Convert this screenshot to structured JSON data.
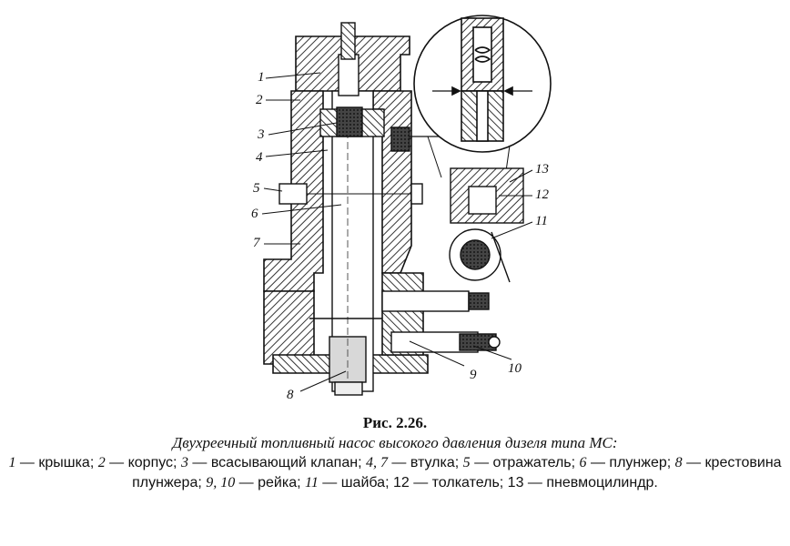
{
  "figure": {
    "labels": {
      "l1": "1",
      "l2": "2",
      "l3": "3",
      "l4": "4",
      "l5": "5",
      "l6": "6",
      "l7": "7",
      "l8": "8",
      "l9": "9",
      "l10": "10",
      "l11": "11",
      "l12": "12",
      "l13": "13"
    }
  },
  "caption": {
    "title": "Рис. 2.26.",
    "subtitle": "Двухреечный топливный насос высокого давления дизеля типа МС:",
    "legend": [
      {
        "num": "1",
        "text": " — крышка; "
      },
      {
        "num": "2",
        "text": " — корпус; "
      },
      {
        "num": "3",
        "text": " — всасывающий клапан; "
      },
      {
        "num": "4, 7",
        "text": " — втулка; "
      },
      {
        "num": "5",
        "text": " — отражатель; "
      },
      {
        "num": "6",
        "text": " — плунжер; "
      },
      {
        "num": "8",
        "text": " — крестовина плунжера; "
      },
      {
        "num": "9, 10",
        "text": " — рейка; "
      },
      {
        "num": "11",
        "text": " — шайба; "
      },
      {
        "num": "12",
        "text": " — толкатель; "
      },
      {
        "num": "13",
        "text": " — пневмоцилиндр."
      }
    ]
  }
}
